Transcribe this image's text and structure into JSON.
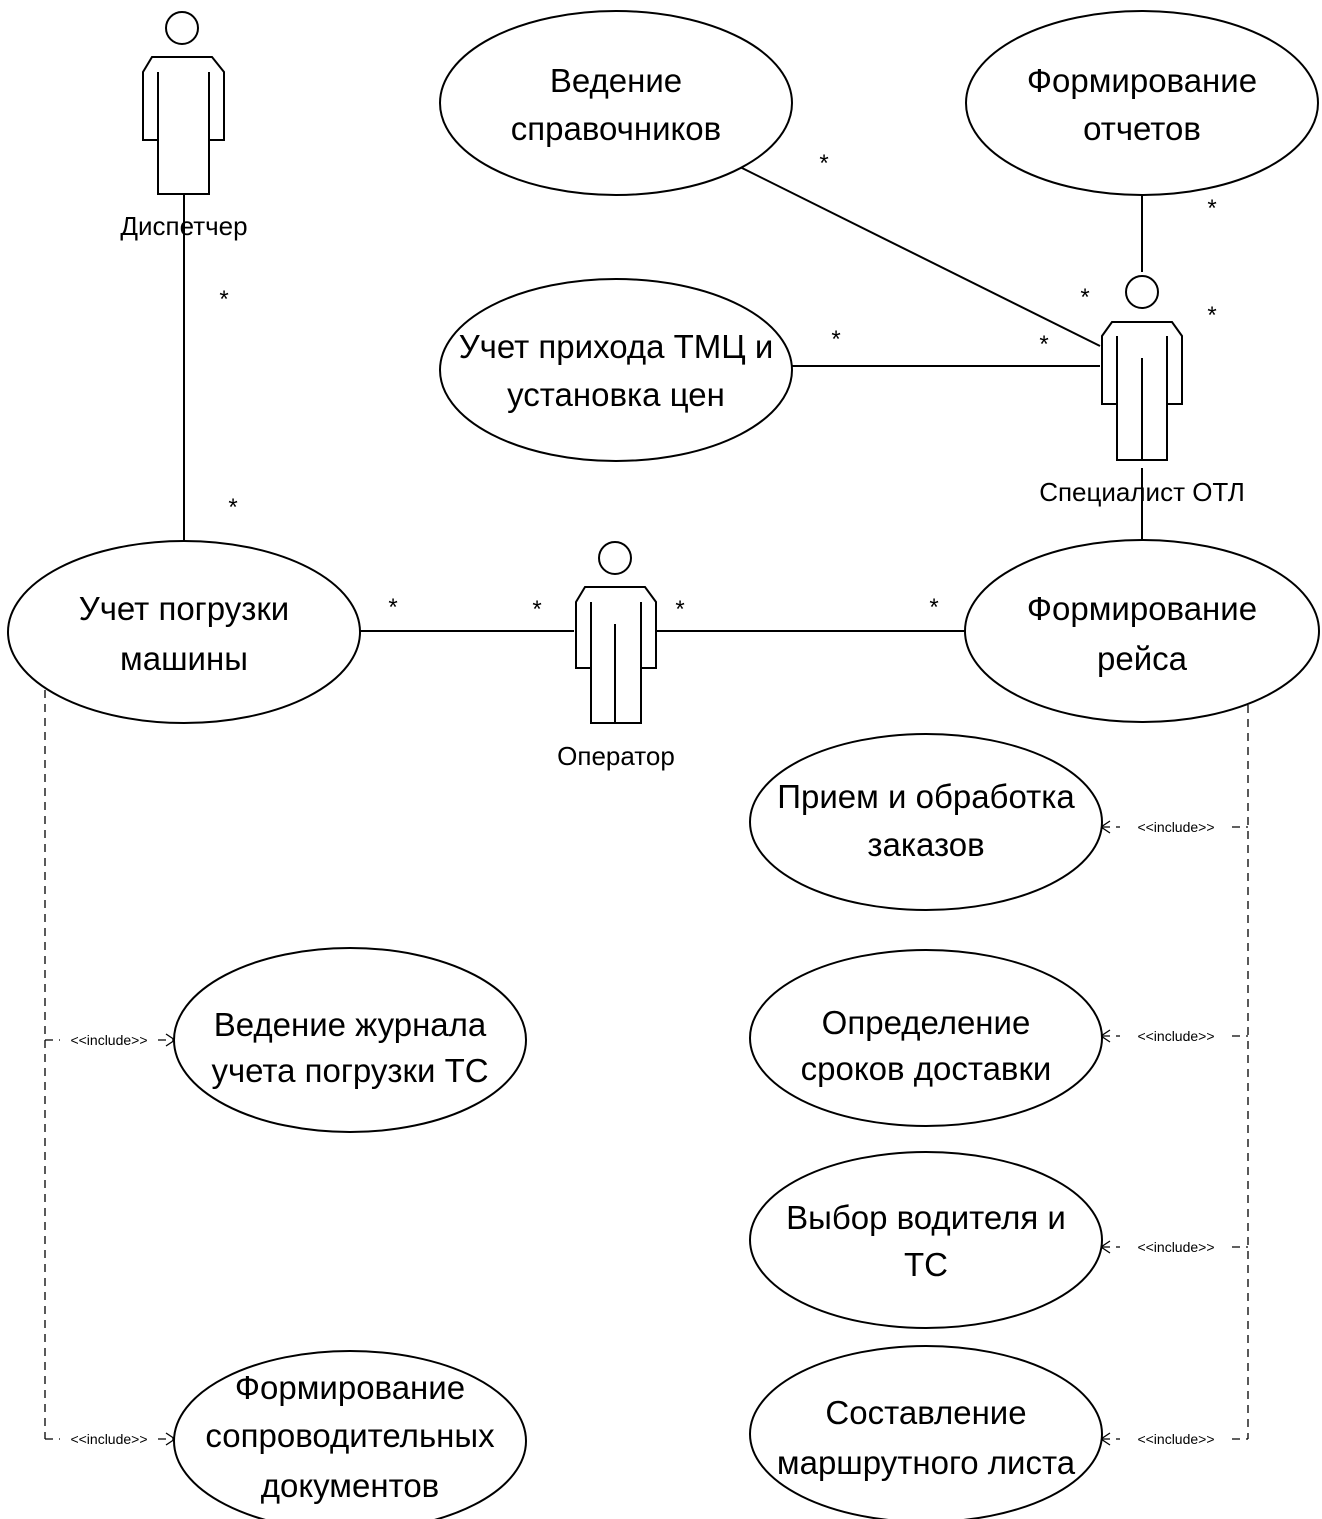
{
  "actors": {
    "dispatcher": "Диспетчер",
    "specialist": "Специалист ОТЛ",
    "operator": "Оператор"
  },
  "use_cases": {
    "reference_books": [
      "Ведение",
      "справочников"
    ],
    "reports": [
      "Формирование",
      "отчетов"
    ],
    "goods_receipt": [
      "Учет прихода ТМЦ и",
      "установка цен"
    ],
    "vehicle_loading": [
      "Учет погрузки",
      "машины"
    ],
    "trip_forming": [
      "Формирование",
      "рейса"
    ],
    "orders": [
      "Прием и обработка",
      "заказов"
    ],
    "delivery_terms": [
      "Определение",
      "сроков доставки"
    ],
    "driver_selection": [
      "Выбор водителя и",
      "ТС"
    ],
    "route_sheet": [
      "Составление",
      "маршрутного листа"
    ],
    "loading_journal": [
      "Ведение журнала",
      "учета погрузки ТС"
    ],
    "documents": [
      "Формирование",
      "сопроводительных",
      "документов"
    ]
  },
  "multiplicity": "*",
  "include_label": "<<include>>"
}
